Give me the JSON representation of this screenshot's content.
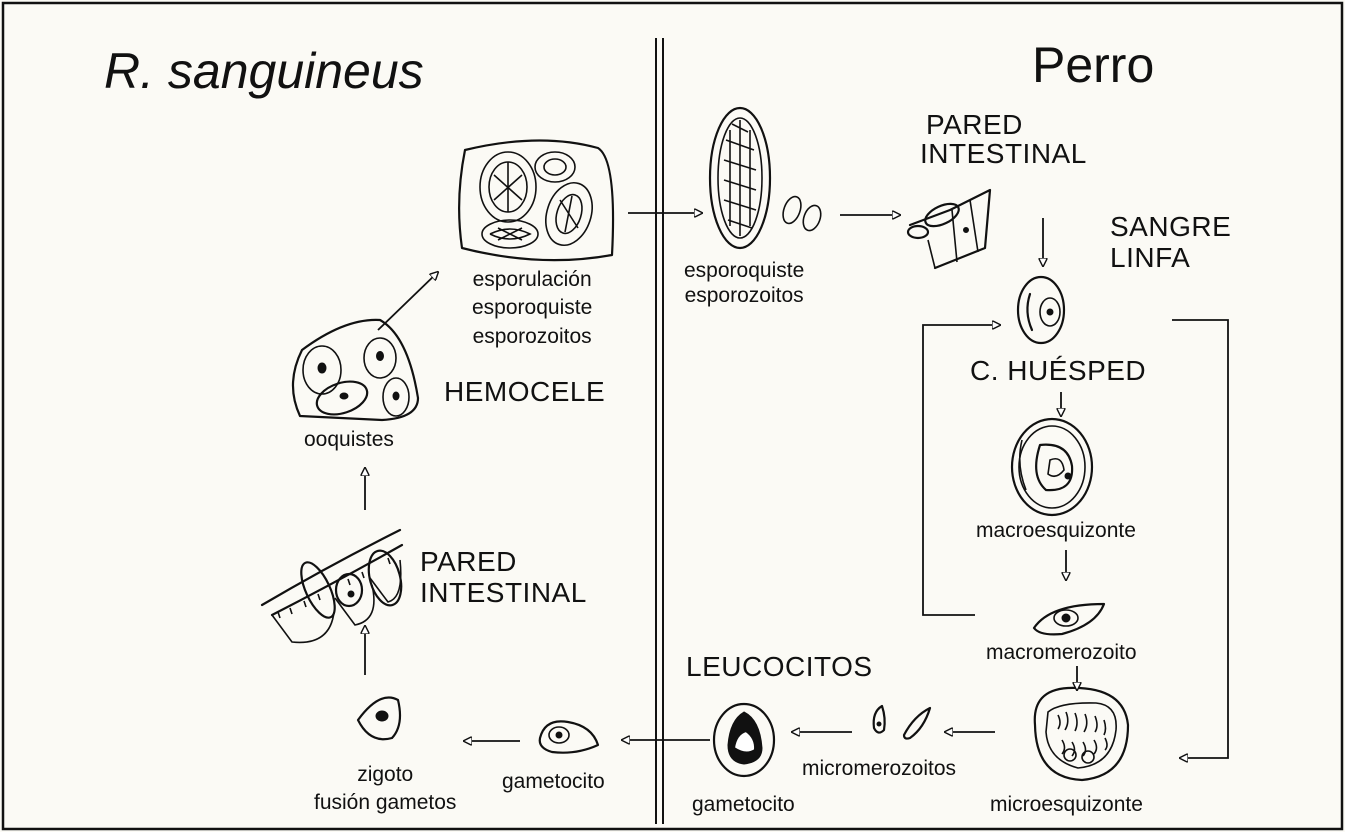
{
  "titles": {
    "left_host": "R. sanguineus",
    "right_host": "Perro"
  },
  "locations": {
    "hemocele": "HEMOCELE",
    "pared_intestinal_tick": [
      "PARED",
      "INTESTINAL"
    ],
    "pared_intestinal_dog": [
      "PARED",
      "INTESTINAL"
    ],
    "sangre_linfa": [
      "SANGRE",
      "LINFA"
    ],
    "celula_huesped": "C. HUÉSPED",
    "leucocitos": "LEUCOCITOS"
  },
  "stages": {
    "esporulacion": [
      "esporulación",
      "esporoquiste",
      "esporozoitos"
    ],
    "esporoquiste_dog": [
      "esporoquiste",
      "esporozoitos"
    ],
    "ooquistes": "ooquistes",
    "macroesquizonte": "macroesquizonte",
    "macromerozoito": "macromerozoito",
    "microesquizonte": "microesquizonte",
    "micromerozoitos": "micromerozoitos",
    "gametocito_dog": "gametocito",
    "gametocito_tick": "gametocito",
    "zigoto": [
      "zigoto",
      "fusión gametos"
    ]
  },
  "colors": {
    "background": "#fbfaf5",
    "ink": "#111111"
  }
}
